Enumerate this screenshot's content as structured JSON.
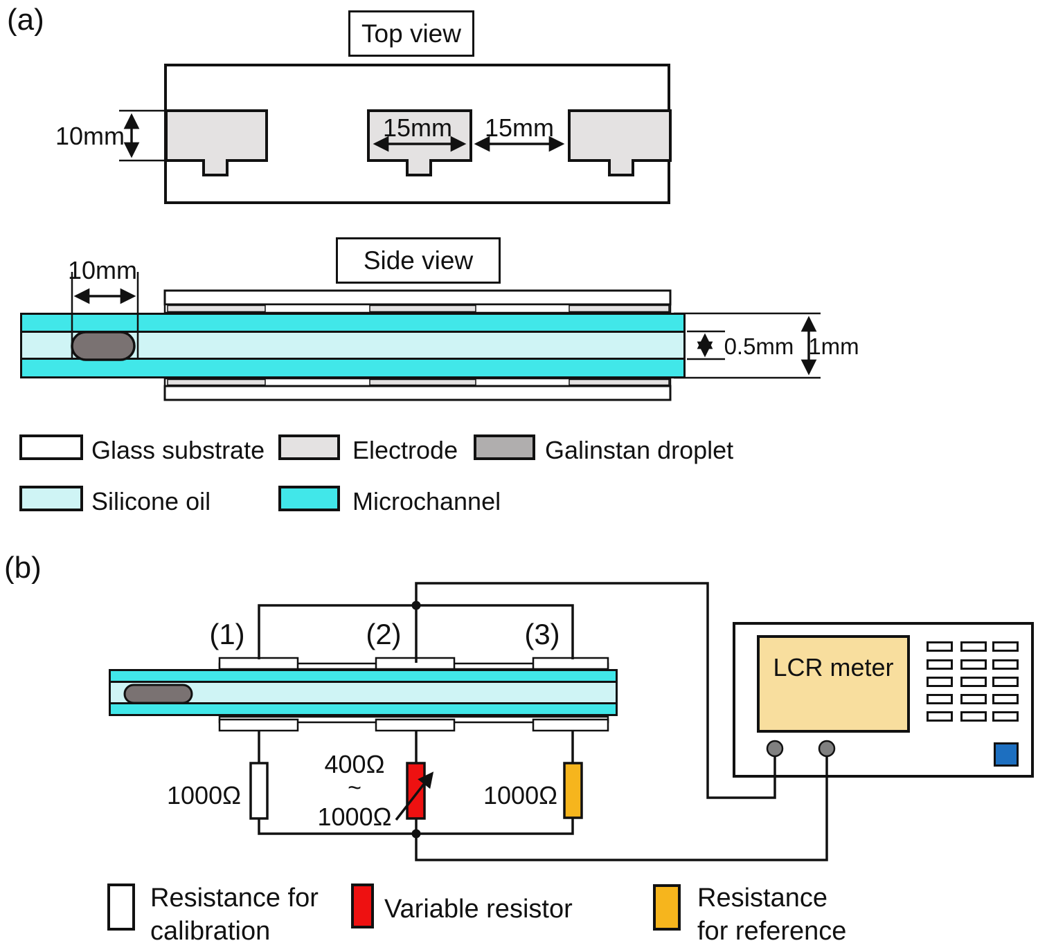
{
  "panel_a": {
    "label": "(a)",
    "top_view": {
      "title": "Top view",
      "dim_electrode_height": "10mm",
      "dim_electrode_width": "15mm",
      "dim_electrode_gap": "15mm"
    },
    "side_view": {
      "title": "Side view",
      "dim_droplet_length": "10mm",
      "dim_channel_height": "0.5mm",
      "dim_stack_height": "1mm"
    },
    "legend": [
      {
        "label": "Glass substrate"
      },
      {
        "label": "Electrode"
      },
      {
        "label": "Galinstan droplet"
      },
      {
        "label": "Silicone oil"
      },
      {
        "label": "Microchannel"
      }
    ]
  },
  "panel_b": {
    "label": "(b)",
    "electrode_labels": [
      "(1)",
      "(2)",
      "(3)"
    ],
    "resistor_calibration_value": "1000Ω",
    "variable_resistor": {
      "min": "400Ω",
      "tilde": "~",
      "max": "1000Ω"
    },
    "resistor_reference_value": "1000Ω",
    "lcr_meter_label": "LCR meter",
    "legend": [
      {
        "line1": "Resistance for",
        "line2": "calibration"
      },
      {
        "line1": "Variable resistor",
        "line2": ""
      },
      {
        "line1": "Resistance",
        "line2": "for reference"
      }
    ]
  },
  "colors": {
    "microchannel": "#41e7e9",
    "silicone-oil": "#cff4f5",
    "electrode": "#e4e2e2",
    "galinstan-droplet": "#7a7272",
    "galinstan-legend": "#b0aeae",
    "variable-resistor-red": "#ee1111",
    "reference-resistor-orange": "#f6b51d",
    "lcr-screen": "#f8de9e",
    "lcr-blue-button": "#1d6fc0",
    "terminal-gray": "#808080",
    "line-black": "#111111"
  }
}
